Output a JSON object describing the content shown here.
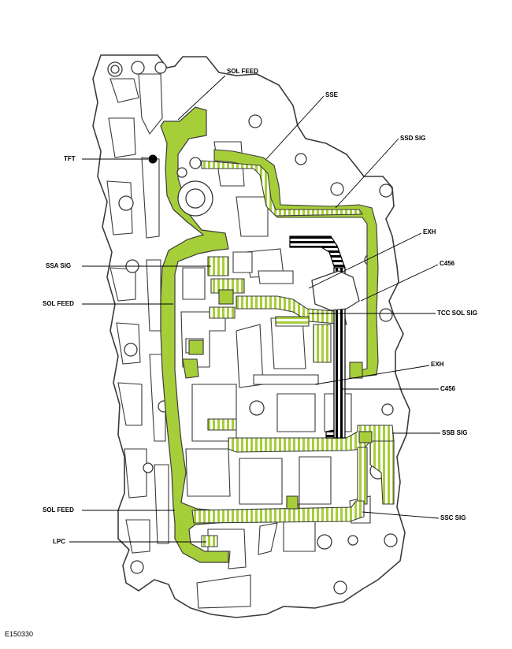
{
  "figure_id": "E150330",
  "colors": {
    "outline": "#3a3a3a",
    "fill_green": "#a6ce39",
    "exhaust": "#000000",
    "background": "#ffffff"
  },
  "callouts": {
    "sol_feed_top": "SOL FEED",
    "sse": "SSE",
    "ssd_sig": "SSD SIG",
    "tft": "TFT",
    "exh_upper": "EXH",
    "ssa_sig": "SSA SIG",
    "c456_upper": "C456",
    "sol_feed_mid": "SOL FEED",
    "tcc_sol_sig": "TCC SOL SIG",
    "exh_lower": "EXH",
    "c456_lower": "C456",
    "ssb_sig": "SSB SIG",
    "sol_feed_bottom": "SOL FEED",
    "ssc_sig": "SSC SIG",
    "lpc": "LPC"
  }
}
